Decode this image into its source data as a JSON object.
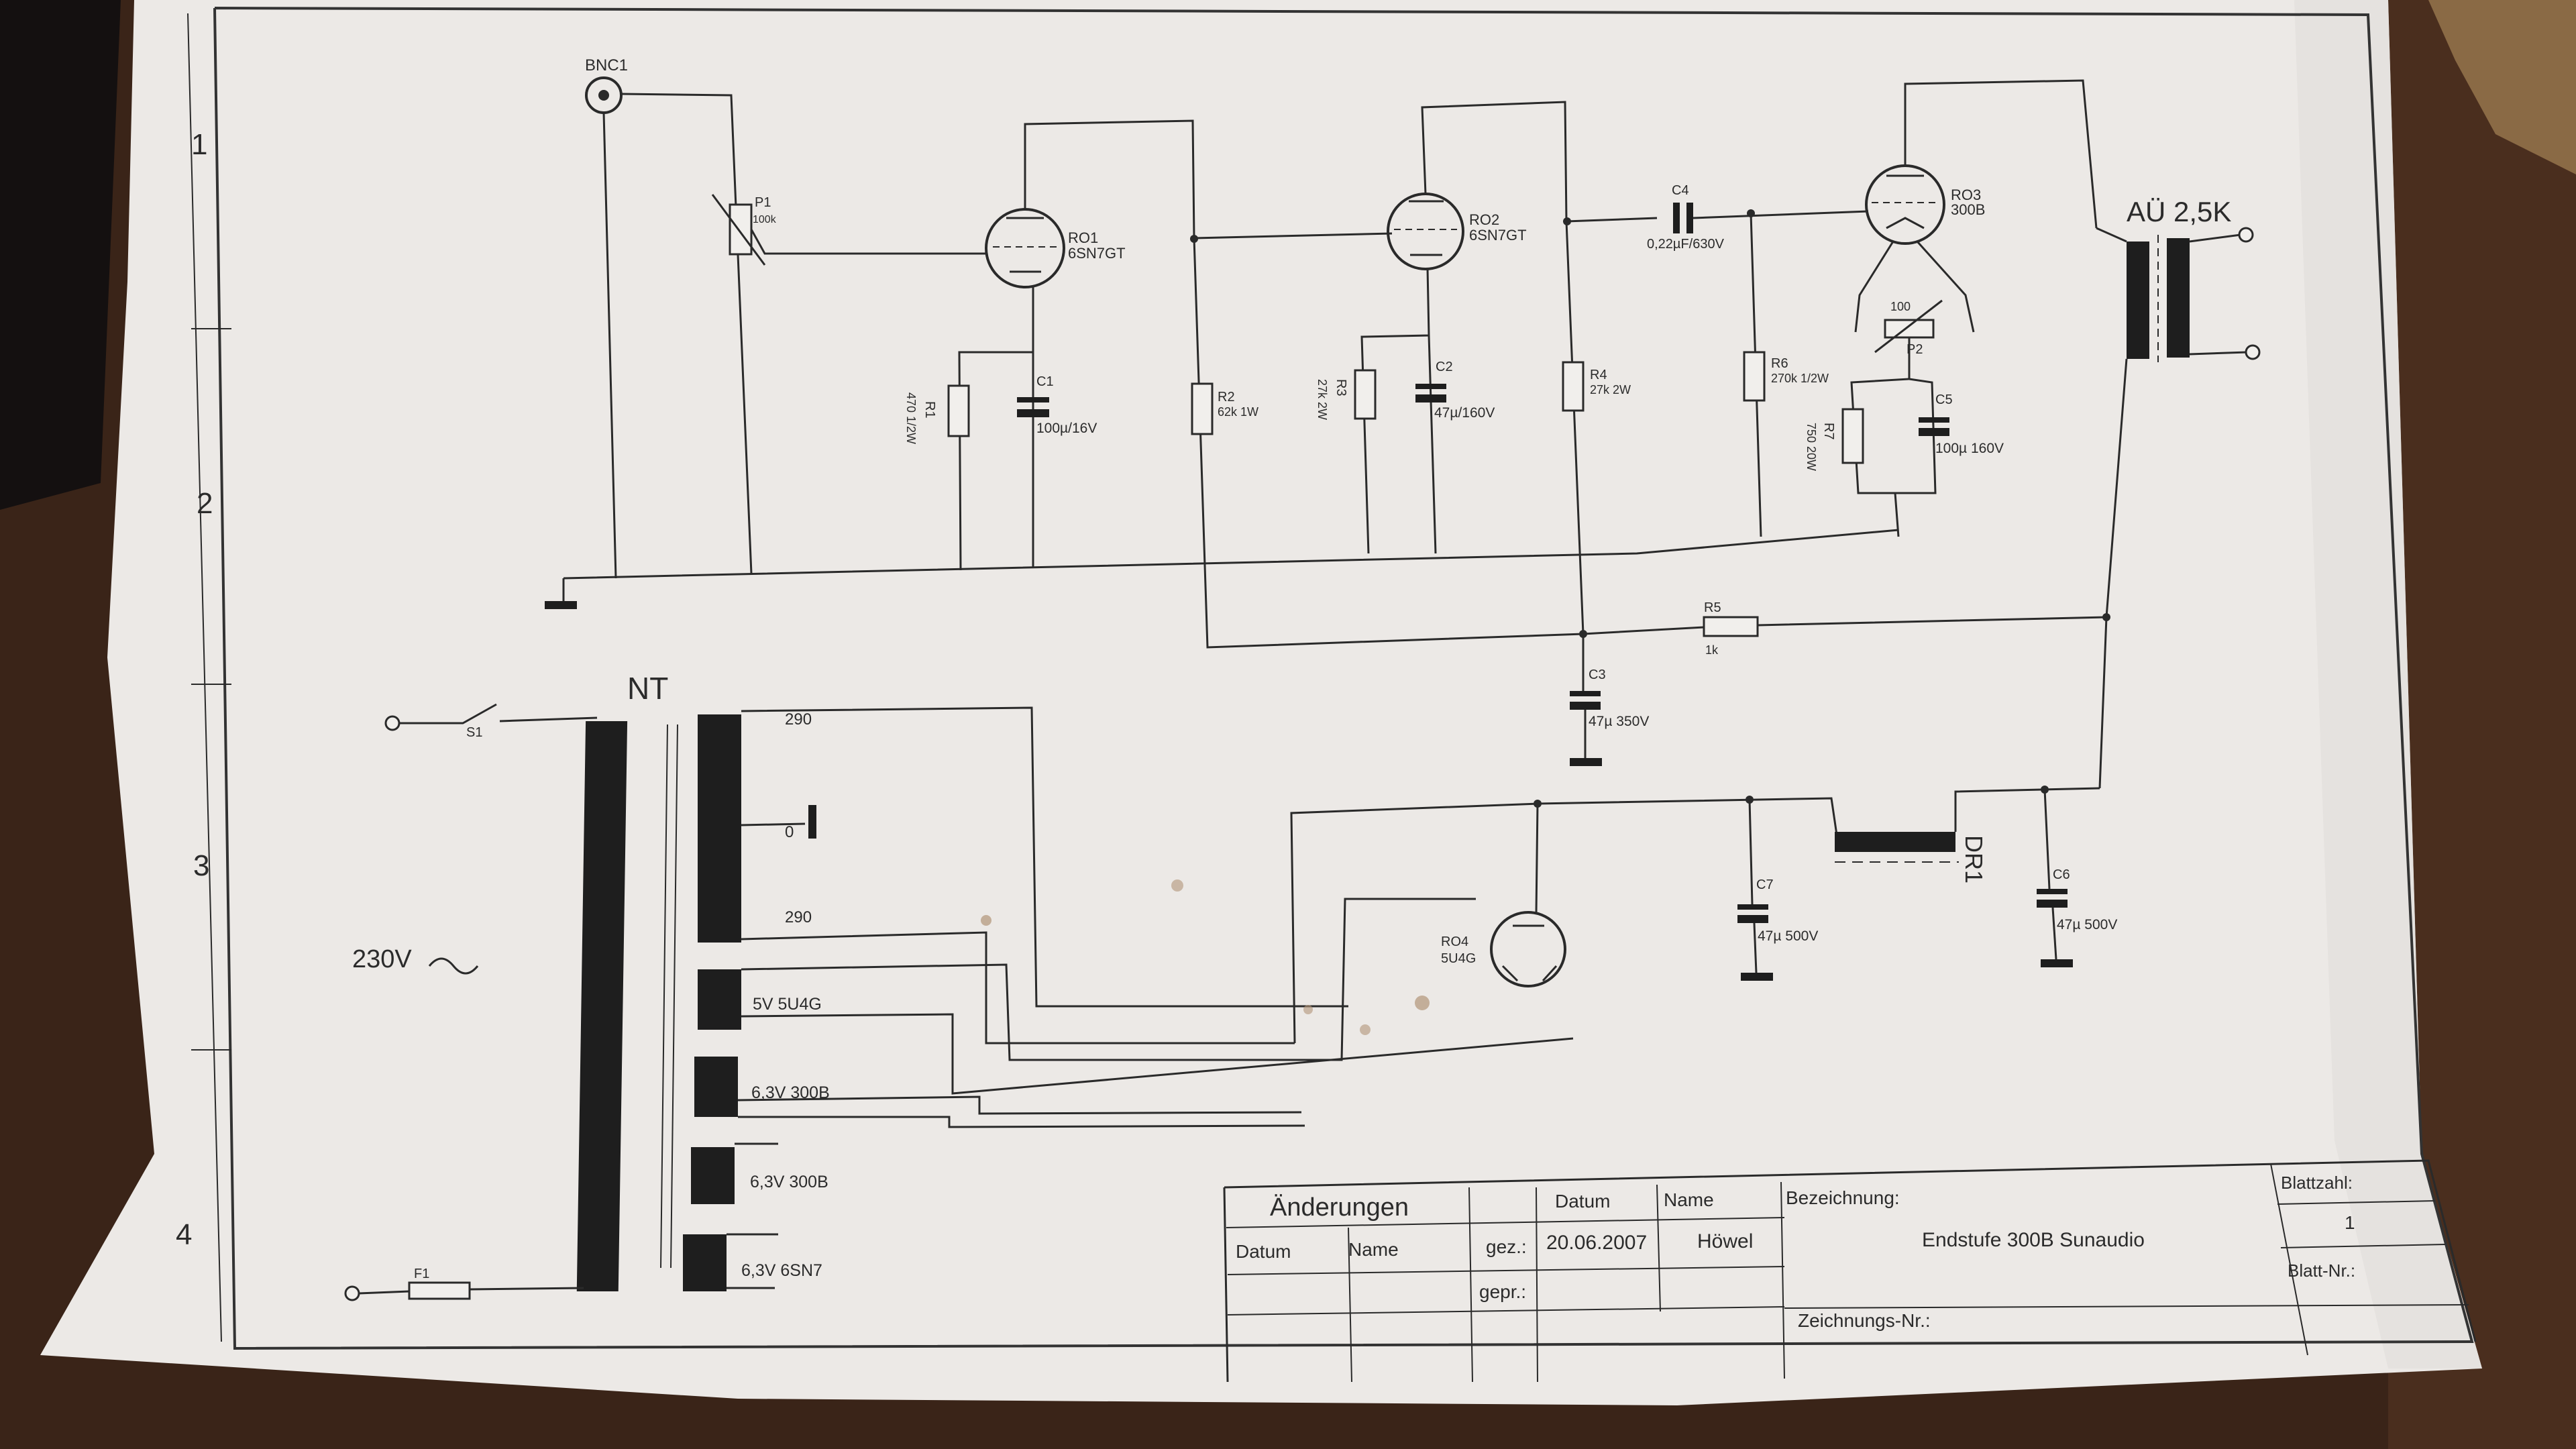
{
  "colors": {
    "table_bg": "#3a2418",
    "paper": "#ece9e6",
    "ink": "#2a2a2a",
    "jute": "#8a6a45"
  },
  "row_markers": [
    "1",
    "2",
    "3",
    "4"
  ],
  "components": {
    "bnc1": "BNC1",
    "p1": "P1",
    "p1_value": "100k",
    "ro1": "RO1",
    "ro1_type": "6SN7GT",
    "r1": "R1",
    "r1_value": "470 1/2W",
    "c1": "C1",
    "c1_value": "100µ/16V",
    "r2": "R2",
    "r2_value": "62k 1W",
    "ro2": "RO2",
    "ro2_type": "6SN7GT",
    "r3": "R3",
    "r3_value": "27k 2W",
    "c2": "C2",
    "c2_value": "47µ/160V",
    "r4": "R4",
    "r4_value": "27k 2W",
    "c4": "C4",
    "c4_value": "0,22µF/630V",
    "r6": "R6",
    "r6_value": "270k 1/2W",
    "ro3": "RO3",
    "ro3_type": "300B",
    "p2_value": "100",
    "p2": "P2",
    "r7": "R7",
    "r7_value": "750 20W",
    "c5": "C5",
    "c5_value": "100µ 160V",
    "output_transformer": "AÜ 2,5K",
    "r5": "R5",
    "r5_value": "1k",
    "c3": "C3",
    "c3_value": "47µ 350V",
    "s1": "S1",
    "nt": "NT",
    "mains": "230V",
    "f1": "F1",
    "tap_290_top": "290",
    "tap_0": "0",
    "tap_290_bottom": "290",
    "tap_5v": "5V 5U4G",
    "tap_63_a": "6,3V 300B",
    "tap_63_b": "6,3V 300B",
    "tap_63_c": "6,3V 6SN7",
    "ro4": "RO4",
    "ro4_type": "5U4G",
    "c7": "C7",
    "c7_value": "47µ 500V",
    "dr1": "DR1",
    "c6": "C6",
    "c6_value": "47µ 500V"
  },
  "title_block": {
    "changes_header": "Änderungen",
    "col_datum": "Datum",
    "col_name": "Name",
    "datum_header": "Datum",
    "name_header": "Name",
    "gez_label": "gez.:",
    "gez_date": "20.06.2007",
    "gez_name": "Höwel",
    "gepr_label": "gepr.:",
    "bezeichnung_label": "Bezeichnung:",
    "bezeichnung_value": "Endstufe 300B Sunaudio",
    "blattzahl_label": "Blattzahl:",
    "blattzahl_value": "1",
    "blatt_nr_label": "Blatt-Nr.:",
    "zeichnungs_nr_label": "Zeichnungs-Nr.:"
  }
}
